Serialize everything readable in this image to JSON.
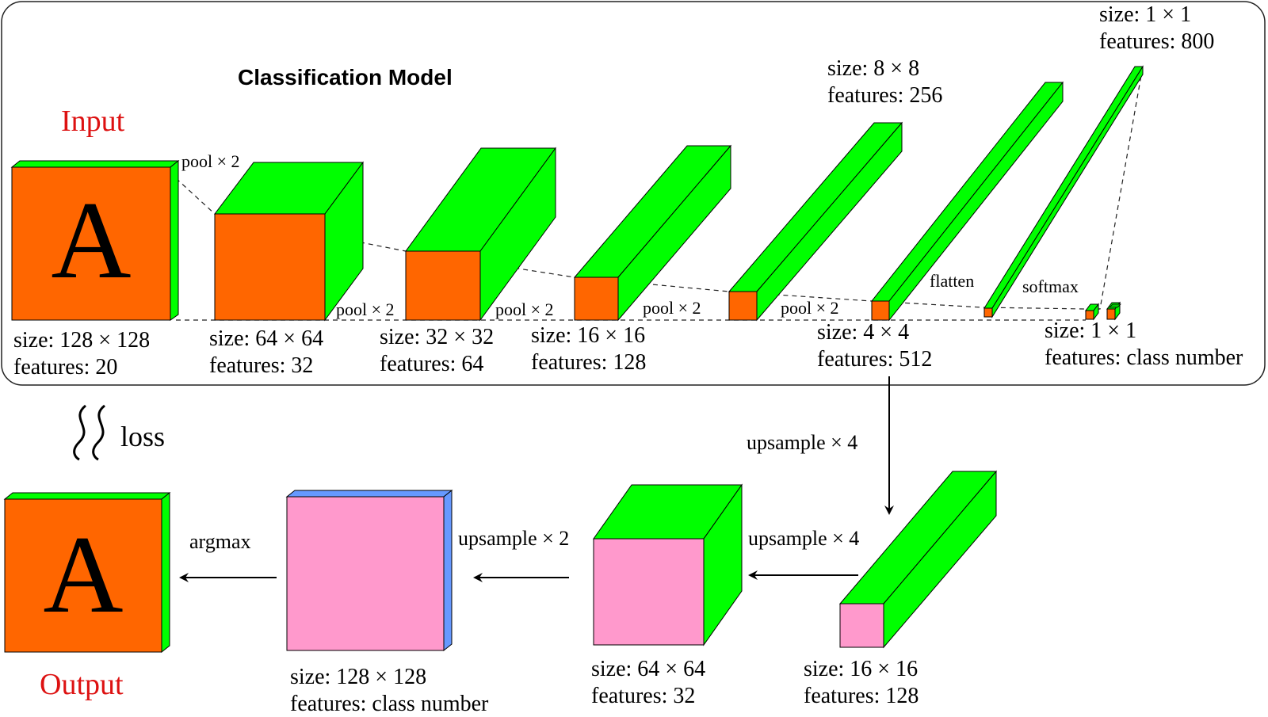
{
  "title": "Classification Model",
  "input_label": "Input",
  "output_label": "Output",
  "glyph": "A",
  "loss_label": "loss",
  "colors": {
    "orange": "#FF6600",
    "green": "#00FF00",
    "pink": "#FF99CC",
    "blue": "#6699FF",
    "red_text": "#DD1111",
    "line": "#000000"
  },
  "encoder": [
    {
      "size": "size: 128 × 128",
      "features": "features: 20"
    },
    {
      "size": "size: 64 × 64",
      "features": "features: 32"
    },
    {
      "size": "size: 32 × 32",
      "features": "features: 64"
    },
    {
      "size": "size: 16 × 16",
      "features": "features: 128"
    },
    {
      "size": "size: 8 × 8",
      "features": "features: 256"
    },
    {
      "size": "size: 4 × 4",
      "features": "features: 512"
    },
    {
      "size": "size: 1 × 1",
      "features": "features: 800"
    },
    {
      "size": "size: 1 × 1",
      "features": "features: class number"
    }
  ],
  "ops": {
    "pool": "pool × 2",
    "flatten": "flatten",
    "softmax": "softmax",
    "upsample4": "upsample × 4",
    "upsample2": "upsample × 2",
    "argmax": "argmax"
  },
  "decoder": [
    {
      "size": "size: 16 × 16",
      "features": "features: 128"
    },
    {
      "size": "size: 64 × 64",
      "features": "features: 32"
    },
    {
      "size": "size: 128 × 128",
      "features": "features: class number"
    }
  ]
}
